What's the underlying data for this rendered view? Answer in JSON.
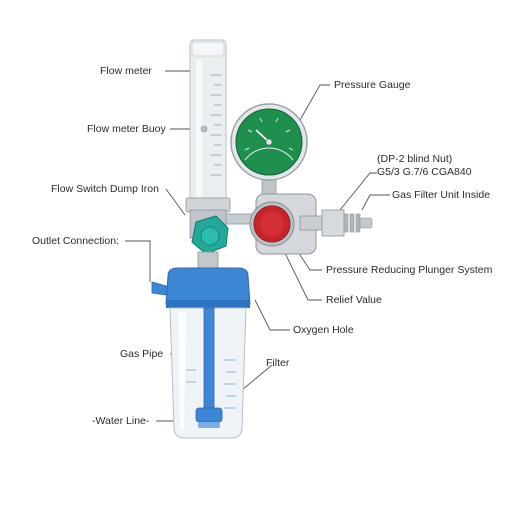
{
  "labels": {
    "flow_meter": "Flow meter",
    "flow_meter_buoy": "Flow meter Buoy",
    "flow_switch": "Flow Switch Dump Iron",
    "outlet_connection": "Outlet Connection:",
    "gas_pipe": "Gas Pipe",
    "water_line": "-Water Line-",
    "pressure_gauge": "Pressure Gauge",
    "blind_nut_line1": "(DP-2 blind Nut)",
    "blind_nut_line2": "G5/3 G.7/6 CGA840",
    "gas_filter": "Gas Filter Unit Inside",
    "plunger": "Pressure Reducing Plunger System",
    "relief_value": "Relief Value",
    "oxygen_hole": "Oxygen Hole",
    "filter": "Filter"
  },
  "colors": {
    "gauge_face": "#1f8f4e",
    "knob_red": "#c8252b",
    "bottle_cap_blue": "#3d86d6",
    "teal_knob": "#23a89a",
    "leader_line": "#555555"
  }
}
